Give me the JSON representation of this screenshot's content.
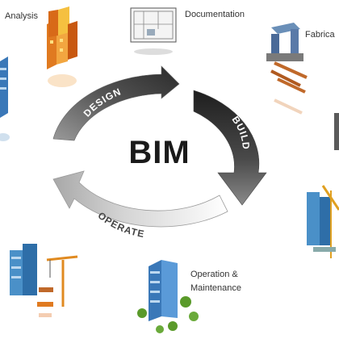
{
  "center": {
    "title": "BIM"
  },
  "cycle": {
    "design": "DESIGN",
    "build": "BUILD",
    "operate": "OPERATE"
  },
  "labels": {
    "analysis": "Analysis",
    "documentation": "Documentation",
    "fabrication": "Fabrica",
    "operation_line1": "Operation &",
    "operation_line2": "Maintenance"
  },
  "icons": [
    "analysis-building-icon",
    "documentation-blueprint-icon",
    "fabrication-machine-icon",
    "left-building-icon",
    "right-building-icon",
    "construction-crane-icon",
    "operation-building-icon"
  ],
  "colors": {
    "arrow_dark": "#3a3a3a",
    "arrow_light": "#d8d8d8",
    "building_blue": "#4a90c8",
    "accent_orange": "#e07a20",
    "tree_green": "#5a9a2a"
  }
}
